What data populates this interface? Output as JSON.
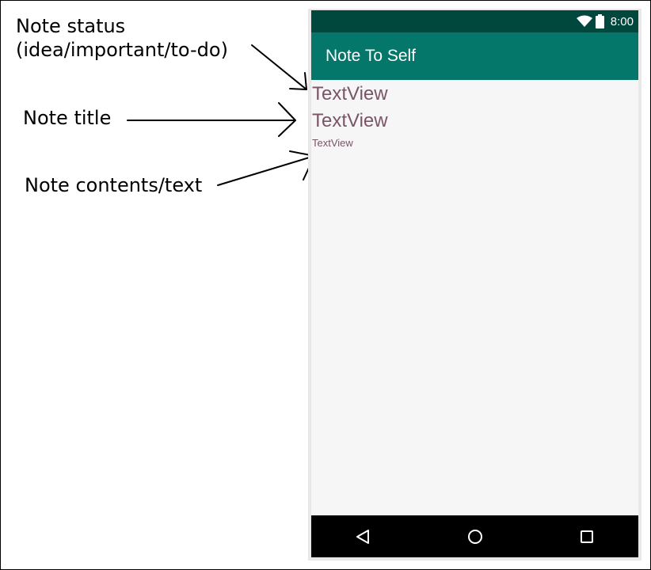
{
  "annotations": {
    "status_line1": "Note status",
    "status_line2": "(idea/important/to-do)",
    "title": "Note title",
    "contents": "Note contents/text"
  },
  "phone": {
    "status_bar": {
      "time": "8:00"
    },
    "app_bar": {
      "title": "Note To Self",
      "color": "#04776a"
    },
    "content": {
      "status_text": "TextView",
      "title_text": "TextView",
      "contents_text": "TextView",
      "text_color": "#7b5567"
    },
    "nav_bar": {
      "icons": [
        "back-icon",
        "home-icon",
        "recents-icon"
      ]
    }
  }
}
